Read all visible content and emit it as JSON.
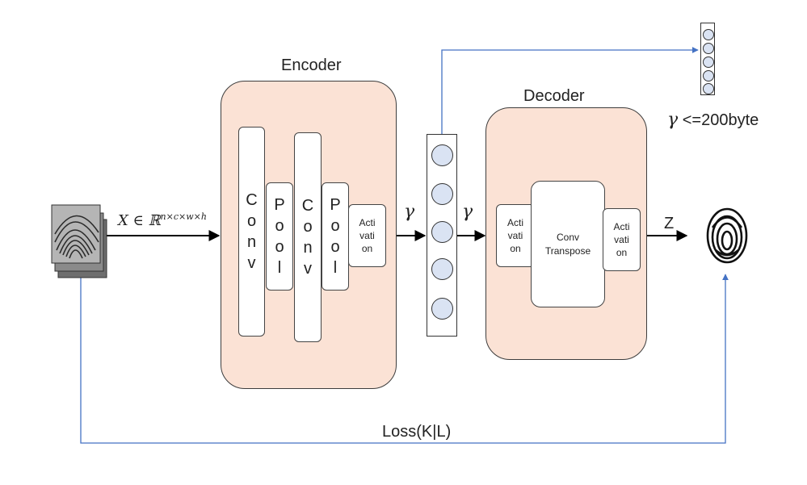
{
  "encoder": {
    "title": "Encoder",
    "layers": [
      {
        "label": "Conv",
        "letters": [
          "C",
          "o",
          "n",
          "v"
        ]
      },
      {
        "label": "Pool",
        "letters": [
          "P",
          "o",
          "o",
          "l"
        ]
      },
      {
        "label": "Conv",
        "letters": [
          "C",
          "o",
          "n",
          "v"
        ]
      },
      {
        "label": "Pool",
        "letters": [
          "P",
          "o",
          "o",
          "l"
        ]
      },
      {
        "label": "Activation",
        "lines": [
          "Acti",
          "vati",
          "on"
        ]
      }
    ]
  },
  "decoder": {
    "title": "Decoder",
    "activation_left": {
      "lines": [
        "Acti",
        "vati",
        "on"
      ]
    },
    "conv_transpose": {
      "lines": [
        "Conv",
        "Transpose"
      ]
    },
    "activation_right": {
      "lines": [
        "Acti",
        "vati",
        "on"
      ]
    }
  },
  "input_label": {
    "base": "X ∈ ℝ",
    "superscript": "n×c×w×h"
  },
  "latent_label_left": "γ",
  "latent_label_right": "γ",
  "output_label": "Z",
  "code_size_note": {
    "symbol": "γ",
    "text": "<=200byte"
  },
  "loss_label": "Loss(K|L)",
  "latent_vector_nodes": 5,
  "small_vector_nodes": 5,
  "colors": {
    "panel_fill": "#fbe2d5",
    "node_fill": "#dae3f3",
    "arrow_blue": "#4472c4"
  }
}
